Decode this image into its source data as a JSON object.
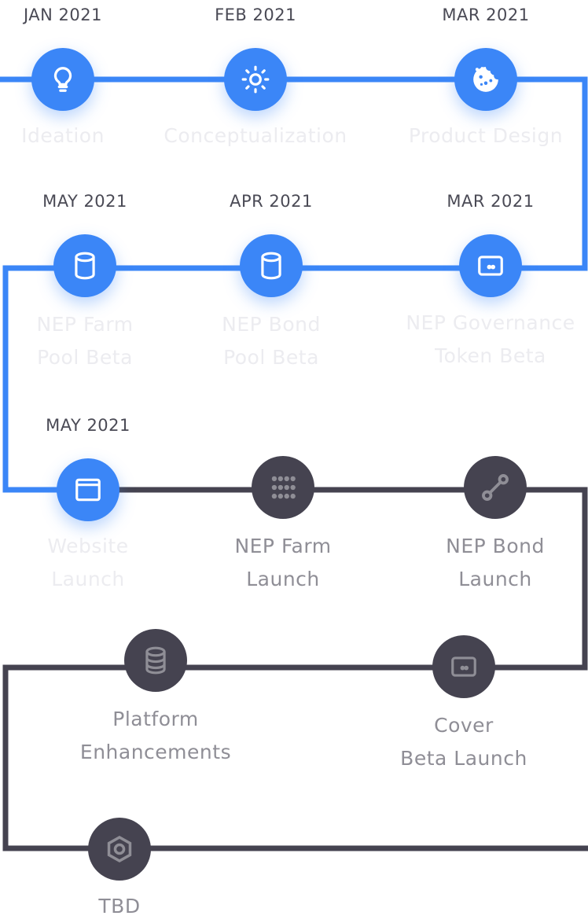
{
  "colors": {
    "done": "#3b86f7",
    "todo": "#454350",
    "done_label": "#ececf0",
    "todo_label": "#8f8e96"
  },
  "milestones": [
    {
      "date": "JAN 2021",
      "lines": [
        "Ideation"
      ],
      "status": "done",
      "icon": "lightbulb-icon"
    },
    {
      "date": "FEB 2021",
      "lines": [
        "Conceptualization"
      ],
      "status": "done",
      "icon": "sun-icon"
    },
    {
      "date": "MAR 2021",
      "lines": [
        "Product Design"
      ],
      "status": "done",
      "icon": "cookie-icon"
    },
    {
      "date": "MAR 2021",
      "lines": [
        "NEP Governance",
        "Token Beta"
      ],
      "status": "done",
      "icon": "card-icon"
    },
    {
      "date": "APR 2021",
      "lines": [
        "NEP Bond",
        "Pool Beta"
      ],
      "status": "done",
      "icon": "database-icon"
    },
    {
      "date": "MAY 2021",
      "lines": [
        "NEP Farm",
        "Pool Beta"
      ],
      "status": "done",
      "icon": "database-icon"
    },
    {
      "date": "MAY 2021",
      "lines": [
        "Website",
        "Launch"
      ],
      "status": "done",
      "icon": "browser-window-icon"
    },
    {
      "date": "",
      "lines": [
        "NEP Farm",
        "Launch"
      ],
      "status": "todo",
      "icon": "grid-dots-icon"
    },
    {
      "date": "",
      "lines": [
        "NEP Bond",
        "Launch"
      ],
      "status": "todo",
      "icon": "link-nodes-icon"
    },
    {
      "date": "",
      "lines": [
        "Cover",
        "Beta Launch"
      ],
      "status": "todo",
      "icon": "card-icon"
    },
    {
      "date": "",
      "lines": [
        "Platform",
        "Enhancements"
      ],
      "status": "todo",
      "icon": "database-stack-icon"
    },
    {
      "date": "",
      "lines": [
        "TBD"
      ],
      "status": "todo",
      "icon": "hexagon-icon"
    }
  ]
}
